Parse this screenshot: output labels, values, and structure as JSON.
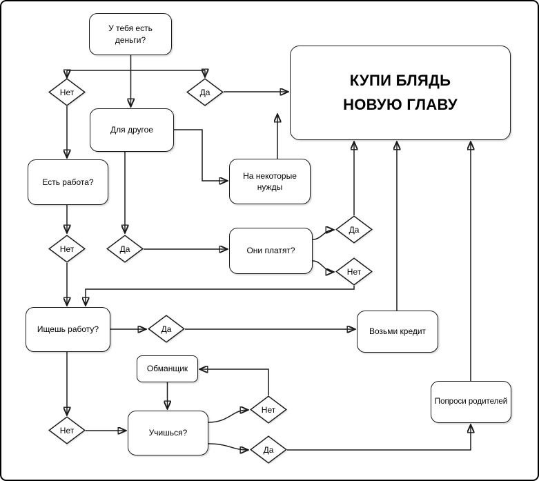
{
  "colors": {
    "background": "#ffffff",
    "line": "#1a1a1a",
    "node_fill": "#ffffff",
    "text": "#000000"
  },
  "nodes": {
    "have_money": {
      "label": "У тебя есть\nденьги?"
    },
    "no_money": {
      "label": "Нет"
    },
    "yes_money": {
      "label": "Да"
    },
    "buy_chapter": {
      "label": "КУПИ БЛЯДЬ\nНОВУЮ ГЛАВУ"
    },
    "for_other": {
      "label": "Для другое"
    },
    "some_needs": {
      "label": "На некоторые\nнужды"
    },
    "have_job": {
      "label": "Есть работа?"
    },
    "no_job": {
      "label": "Нет"
    },
    "yes_job": {
      "label": "Да"
    },
    "they_pay": {
      "label": "Они платят?"
    },
    "yes_pay": {
      "label": "Да"
    },
    "no_pay": {
      "label": "Нет"
    },
    "looking_job": {
      "label": "Ищешь работу?"
    },
    "yes_looking": {
      "label": "Да"
    },
    "take_credit": {
      "label": "Возьми кредит"
    },
    "cheater": {
      "label": "Обманщик"
    },
    "studying": {
      "label": "Учишься?"
    },
    "no_studying": {
      "label": "Нет"
    },
    "yes_studying": {
      "label": "Да"
    },
    "no_looking": {
      "label": "Нет"
    },
    "ask_parents": {
      "label": "Попроси родителей"
    }
  }
}
